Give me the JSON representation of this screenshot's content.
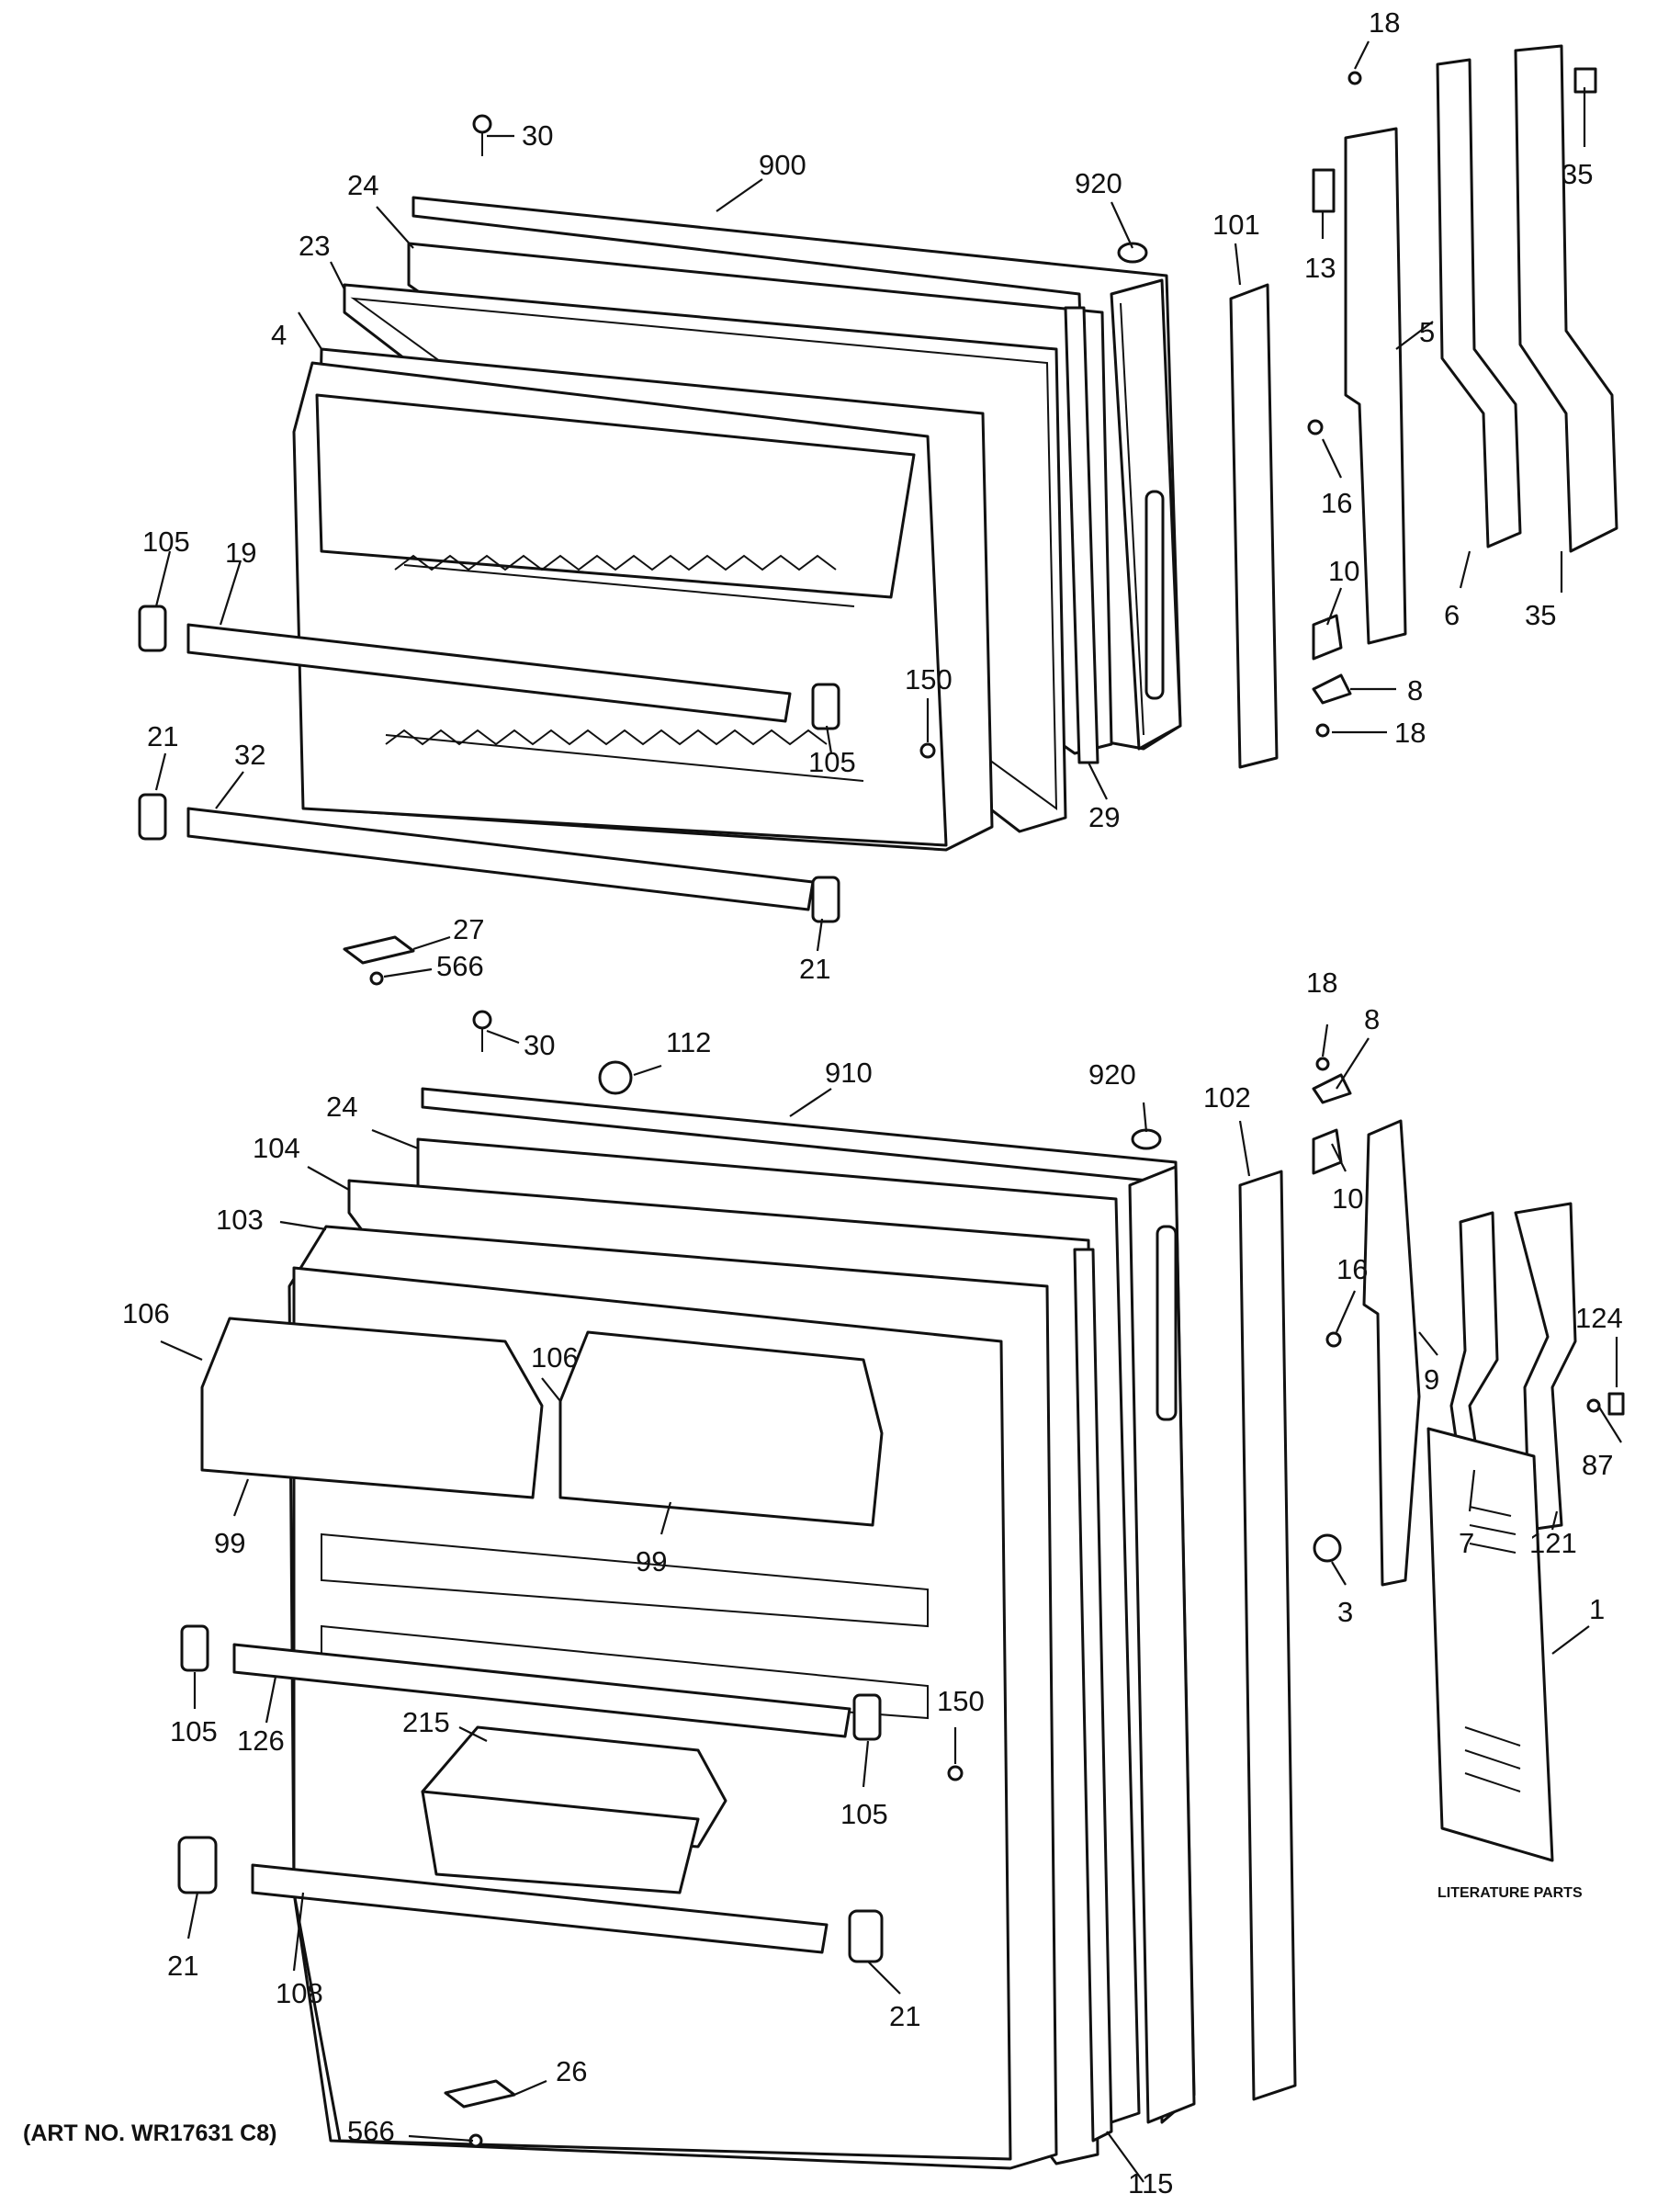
{
  "diagram": {
    "top_door_callouts": [
      "18",
      "35",
      "30",
      "900",
      "920",
      "101",
      "24",
      "13",
      "23",
      "5",
      "4",
      "16",
      "105",
      "19",
      "10",
      "6",
      "35",
      "8",
      "150",
      "18",
      "21",
      "32",
      "105",
      "29",
      "27",
      "566",
      "21"
    ],
    "bottom_door_callouts": [
      "18",
      "8",
      "30",
      "112",
      "910",
      "920",
      "102",
      "24",
      "104",
      "10",
      "103",
      "16",
      "106",
      "106",
      "9",
      "124",
      "87",
      "99",
      "99",
      "7",
      "121",
      "3",
      "105",
      "126",
      "150",
      "215",
      "105",
      "1",
      "21",
      "108",
      "21",
      "115",
      "26",
      "566"
    ],
    "literature_label": "LITERATURE PARTS",
    "art_number": "(ART NO. WR17631 C8)"
  }
}
